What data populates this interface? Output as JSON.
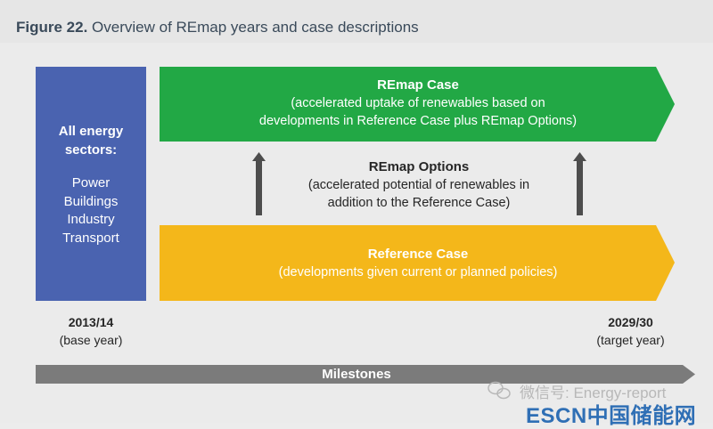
{
  "figure": {
    "label": "Figure 22.",
    "title": "Overview of REmap years and case descriptions"
  },
  "sectors": {
    "heading_line1": "All energy",
    "heading_line2": "sectors:",
    "items": [
      "Power",
      "Buildings",
      "Industry",
      "Transport"
    ]
  },
  "remap_case": {
    "title": "REmap Case",
    "desc_line1": "(accelerated uptake of renewables based on",
    "desc_line2": "developments in Reference Case plus REmap Options)"
  },
  "remap_options": {
    "title": "REmap Options",
    "desc_line1": "(accelerated potential of renewables in",
    "desc_line2": "addition to the Reference Case)"
  },
  "reference_case": {
    "title": "Reference Case",
    "desc_line1": "(developments given current or planned policies)"
  },
  "years": {
    "base": "2013/14",
    "base_label": "(base year)",
    "target": "2029/30",
    "target_label": "(target year)"
  },
  "milestones": {
    "label": "Milestones"
  },
  "watermark": {
    "wechat": "微信号: Energy-report",
    "site": "ESCN中国储能网"
  },
  "colors": {
    "sectors_blue": "#4a63b0",
    "remap_green": "#22a845",
    "reference_yellow": "#f4b71a",
    "arrow_gray": "#4d4d4d",
    "milestone_gray": "#7b7b7b",
    "site_blue": "#2f6fb5"
  }
}
